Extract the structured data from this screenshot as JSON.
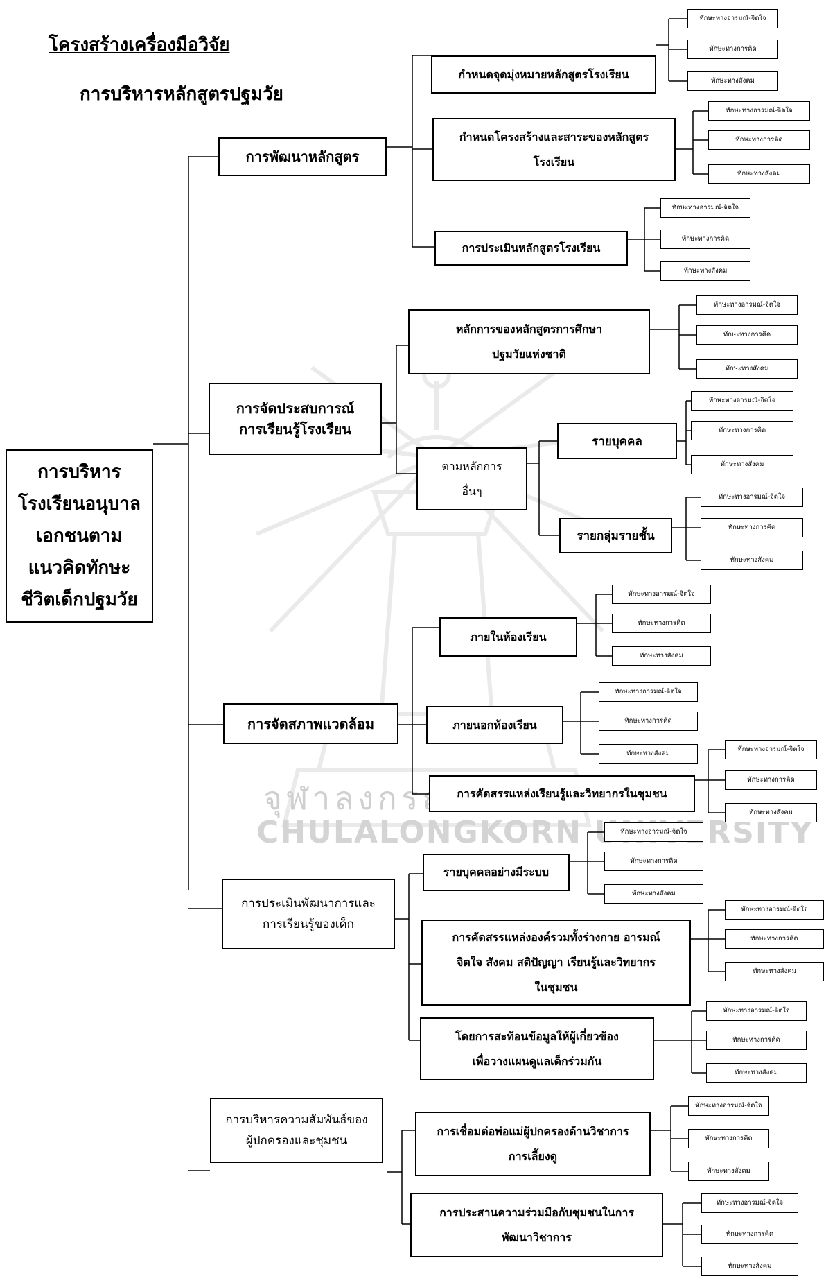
{
  "header": {
    "title": "โครงสร้างเครื่องมือวิจัย",
    "subtitle": "การบริหารหลักสูตรปฐมวัย"
  },
  "watermark": {
    "thai": "จุฬาลงกรณ์",
    "english": "CHULALONGKORN UNIVERSITY"
  },
  "root": {
    "lines": [
      "การบริหาร",
      "โรงเรียนอนุบาล",
      "เอกชนตาม",
      "แนวคิดทักษะ",
      "ชีวิตเด็กปฐมวัย"
    ]
  },
  "leaf_labels": {
    "emotion": "ทักษะทางอารมณ์-จิตใจ",
    "thinking": "ทักษะทางการคิด",
    "social": "ทักษะทางสังคม"
  },
  "branches": [
    {
      "lines": [
        "การพัฒนาหลักสูตร"
      ],
      "children": [
        {
          "lines": [
            "กำหนดจุดมุ่งหมายหลักสูตรโรงเรียน"
          ]
        },
        {
          "lines": [
            "กำหนดโครงสร้างและสาระของหลักสูตร",
            "โรงเรียน"
          ]
        },
        {
          "lines": [
            "การประเมินหลักสูตรโรงเรียน"
          ]
        }
      ]
    },
    {
      "lines": [
        "การจัดประสบการณ์",
        "การเรียนรู้โรงเรียน"
      ],
      "children": [
        {
          "lines": [
            "หลักการของหลักสูตรการศึกษา",
            "ปฐมวัยแห่งชาติ"
          ]
        },
        {
          "lines": [
            "ตามหลักการ",
            "อื่นๆ"
          ],
          "children": [
            {
              "lines": [
                "รายบุคคล"
              ]
            },
            {
              "lines": [
                "รายกลุ่มรายชั้น"
              ]
            }
          ]
        }
      ]
    },
    {
      "lines": [
        "การจัดสภาพแวดล้อม"
      ],
      "children": [
        {
          "lines": [
            "ภายในห้องเรียน"
          ]
        },
        {
          "lines": [
            "ภายนอกห้องเรียน"
          ]
        },
        {
          "lines": [
            "การคัดสรรแหล่งเรียนรู้และวิทยากรในชุมชน"
          ]
        }
      ]
    },
    {
      "lines": [
        "การประเมินพัฒนาการและ",
        "การเรียนรู้ของเด็ก"
      ],
      "children": [
        {
          "lines": [
            "รายบุคคลอย่างมีระบบ"
          ]
        },
        {
          "lines": [
            "การคัดสรรแหล่งองค์รวมทั้งร่างกาย อารมณ์",
            "จิตใจ สังคม สติปัญญา เรียนรู้และวิทยากร",
            "ในชุมชน"
          ]
        },
        {
          "lines": [
            "โดยการสะท้อนข้อมูลให้ผู้เกี่ยวข้อง",
            "เพื่อวางแผนดูแลเด็กร่วมกัน"
          ]
        }
      ]
    },
    {
      "lines": [
        "การบริหารความสัมพันธ์ของ",
        "ผู้ปกครองและชุมชน"
      ],
      "children": [
        {
          "lines": [
            "การเชื่อมต่อพ่อแม่ผู้ปกครองด้านวิชาการ",
            "การเลี้ยงดู"
          ]
        },
        {
          "lines": [
            "การประสานความร่วมมือกับชุมชนในการ",
            "พัฒนาวิชาการ"
          ]
        }
      ]
    }
  ]
}
